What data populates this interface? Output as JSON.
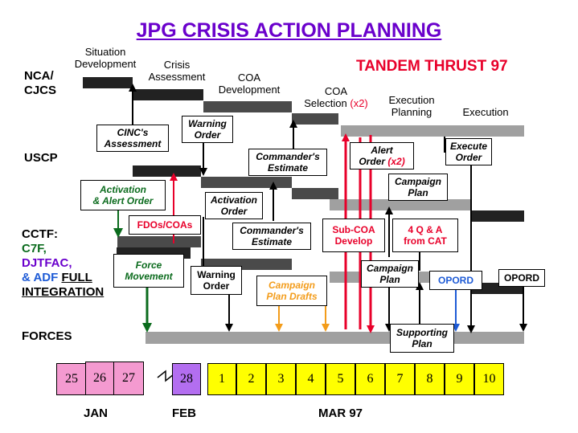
{
  "title": "JPG CRISIS ACTION PLANNING",
  "exercise": "TANDEM THRUST 97",
  "phases": {
    "situation": [
      "Situation",
      "Development"
    ],
    "crisis": [
      "Crisis",
      "Assessment"
    ],
    "coa_dev": [
      "COA",
      "Development"
    ],
    "coa_sel": [
      "COA",
      "Selection"
    ],
    "coa_sel_mult": "(x2)",
    "exec_planning": [
      "Execution",
      "Planning"
    ],
    "execution": "Execution"
  },
  "rows": {
    "nca": [
      "NCA/",
      "CJCS"
    ],
    "uscp": "USCP",
    "cctf": "CCTF:",
    "c7f": "C7F,",
    "djtfac": "DJTFAC,",
    "adf_prefix": "& ADF",
    "full": "FULL",
    "integration": "INTEGRATION",
    "forces": "FORCES"
  },
  "boxes": {
    "cincs_assessment": [
      "CINC's",
      "Assessment"
    ],
    "warning_order_1": [
      "Warning",
      "Order"
    ],
    "commanders_estimate_1": [
      "Commander's",
      "Estimate"
    ],
    "alert_order": [
      "Alert",
      "Order"
    ],
    "alert_order_mult": "(x2)",
    "execute_order": [
      "Execute",
      "Order"
    ],
    "activation_alert": [
      "Activation",
      "& Alert Order"
    ],
    "activation_order": [
      "Activation",
      "Order"
    ],
    "campaign_plan_1": [
      "Campaign",
      "Plan"
    ],
    "fdos_coas": "FDOs/COAs",
    "commanders_estimate_2": [
      "Commander's",
      "Estimate"
    ],
    "sub_coa": [
      "Sub-COA",
      "Develop"
    ],
    "four_qa": [
      "4 Q & A",
      "from CAT"
    ],
    "force_movement": [
      "Force",
      "Movement"
    ],
    "warning_order_2": [
      "Warning",
      "Order"
    ],
    "campaign_plan_drafts": [
      "Campaign",
      "Plan Drafts"
    ],
    "campaign_plan_2": [
      "Campaign",
      "Plan"
    ],
    "opord_blue": "OPORD",
    "opord_black": "OPORD",
    "supporting_plan": [
      "Supporting",
      "Plan"
    ]
  },
  "timeline": {
    "jan_days": [
      "25",
      "26",
      "27"
    ],
    "feb_days": [
      "28"
    ],
    "mar_days": [
      "1",
      "2",
      "3",
      "4",
      "5",
      "6",
      "7",
      "8",
      "9",
      "10"
    ],
    "months": {
      "jan": "JAN",
      "feb": "FEB",
      "mar": "MAR 97"
    }
  },
  "colors": {
    "title": "#6a00cc",
    "red": "#e8002a",
    "green": "#0b6b1d",
    "orange": "#f39c1a",
    "blue": "#1e5bd6",
    "jan_cell": "#f49ad0",
    "feb_cell": "#b36ef0",
    "mar_cell": "#ffff00",
    "bar_dark": "#222222",
    "bar_mid": "#4a4a4a",
    "bar_light": "#a0a0a0"
  }
}
